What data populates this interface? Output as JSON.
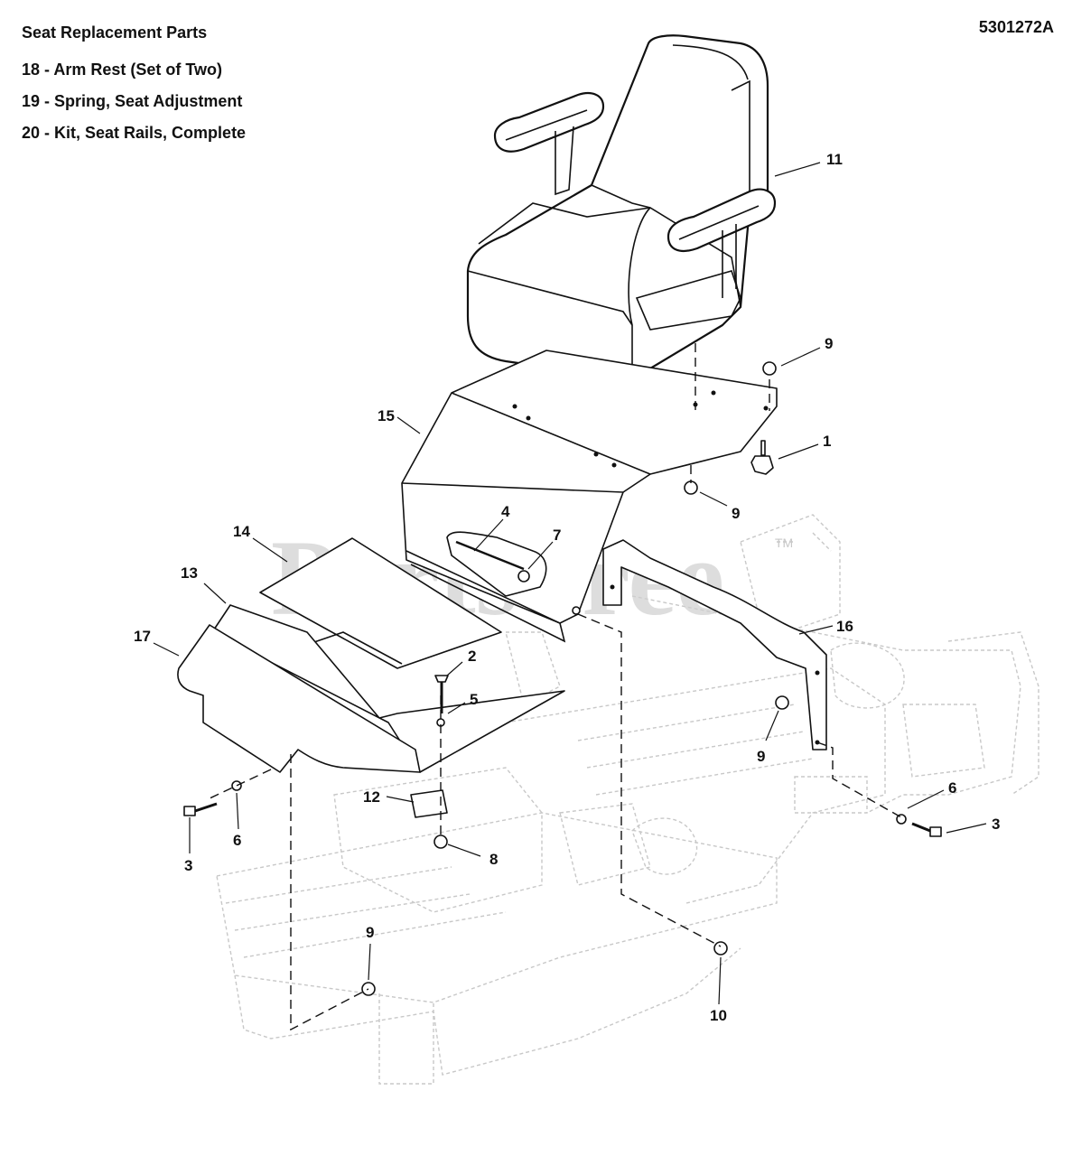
{
  "header": {
    "title": "Seat Replacement Parts",
    "code": "5301272A"
  },
  "legend": [
    "18 - Arm Rest (Set of Two)",
    "19 - Spring, Seat Adjustment",
    "20 - Kit, Seat Rails, Complete"
  ],
  "watermark": "PartsTree",
  "trademark": "TM",
  "callouts": {
    "c1": "1",
    "c2": "2",
    "c3a": "3",
    "c3b": "3",
    "c4": "4",
    "c5": "5",
    "c6a": "6",
    "c6b": "6",
    "c7": "7",
    "c8": "8",
    "c9a": "9",
    "c9b": "9",
    "c9c": "9",
    "c9d": "9",
    "c10": "10",
    "c11": "11",
    "c12": "12",
    "c13": "13",
    "c14": "14",
    "c15": "15",
    "c16": "16",
    "c17": "17"
  }
}
